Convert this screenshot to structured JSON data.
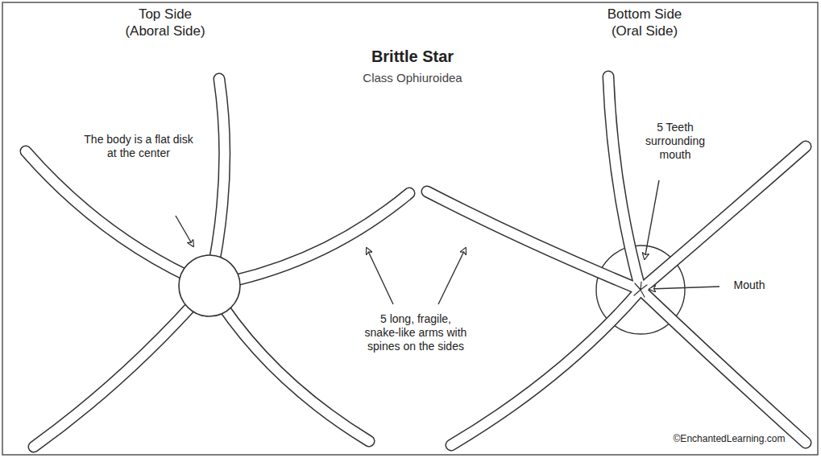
{
  "diagram": {
    "title": "Brittle Star",
    "labels": [
      "Top Side",
      "(Aboral Side)",
      "Bottom Side",
      "(Oral Side)",
      "Class Ophiuroidea",
      "The body is a flat disk at the center",
      "5 Teeth surrounding mouth",
      "Mouth",
      "5 long, fragile, snake-like arms with spines on the sides",
      "©EnchantedLearning.com"
    ]
  }
}
